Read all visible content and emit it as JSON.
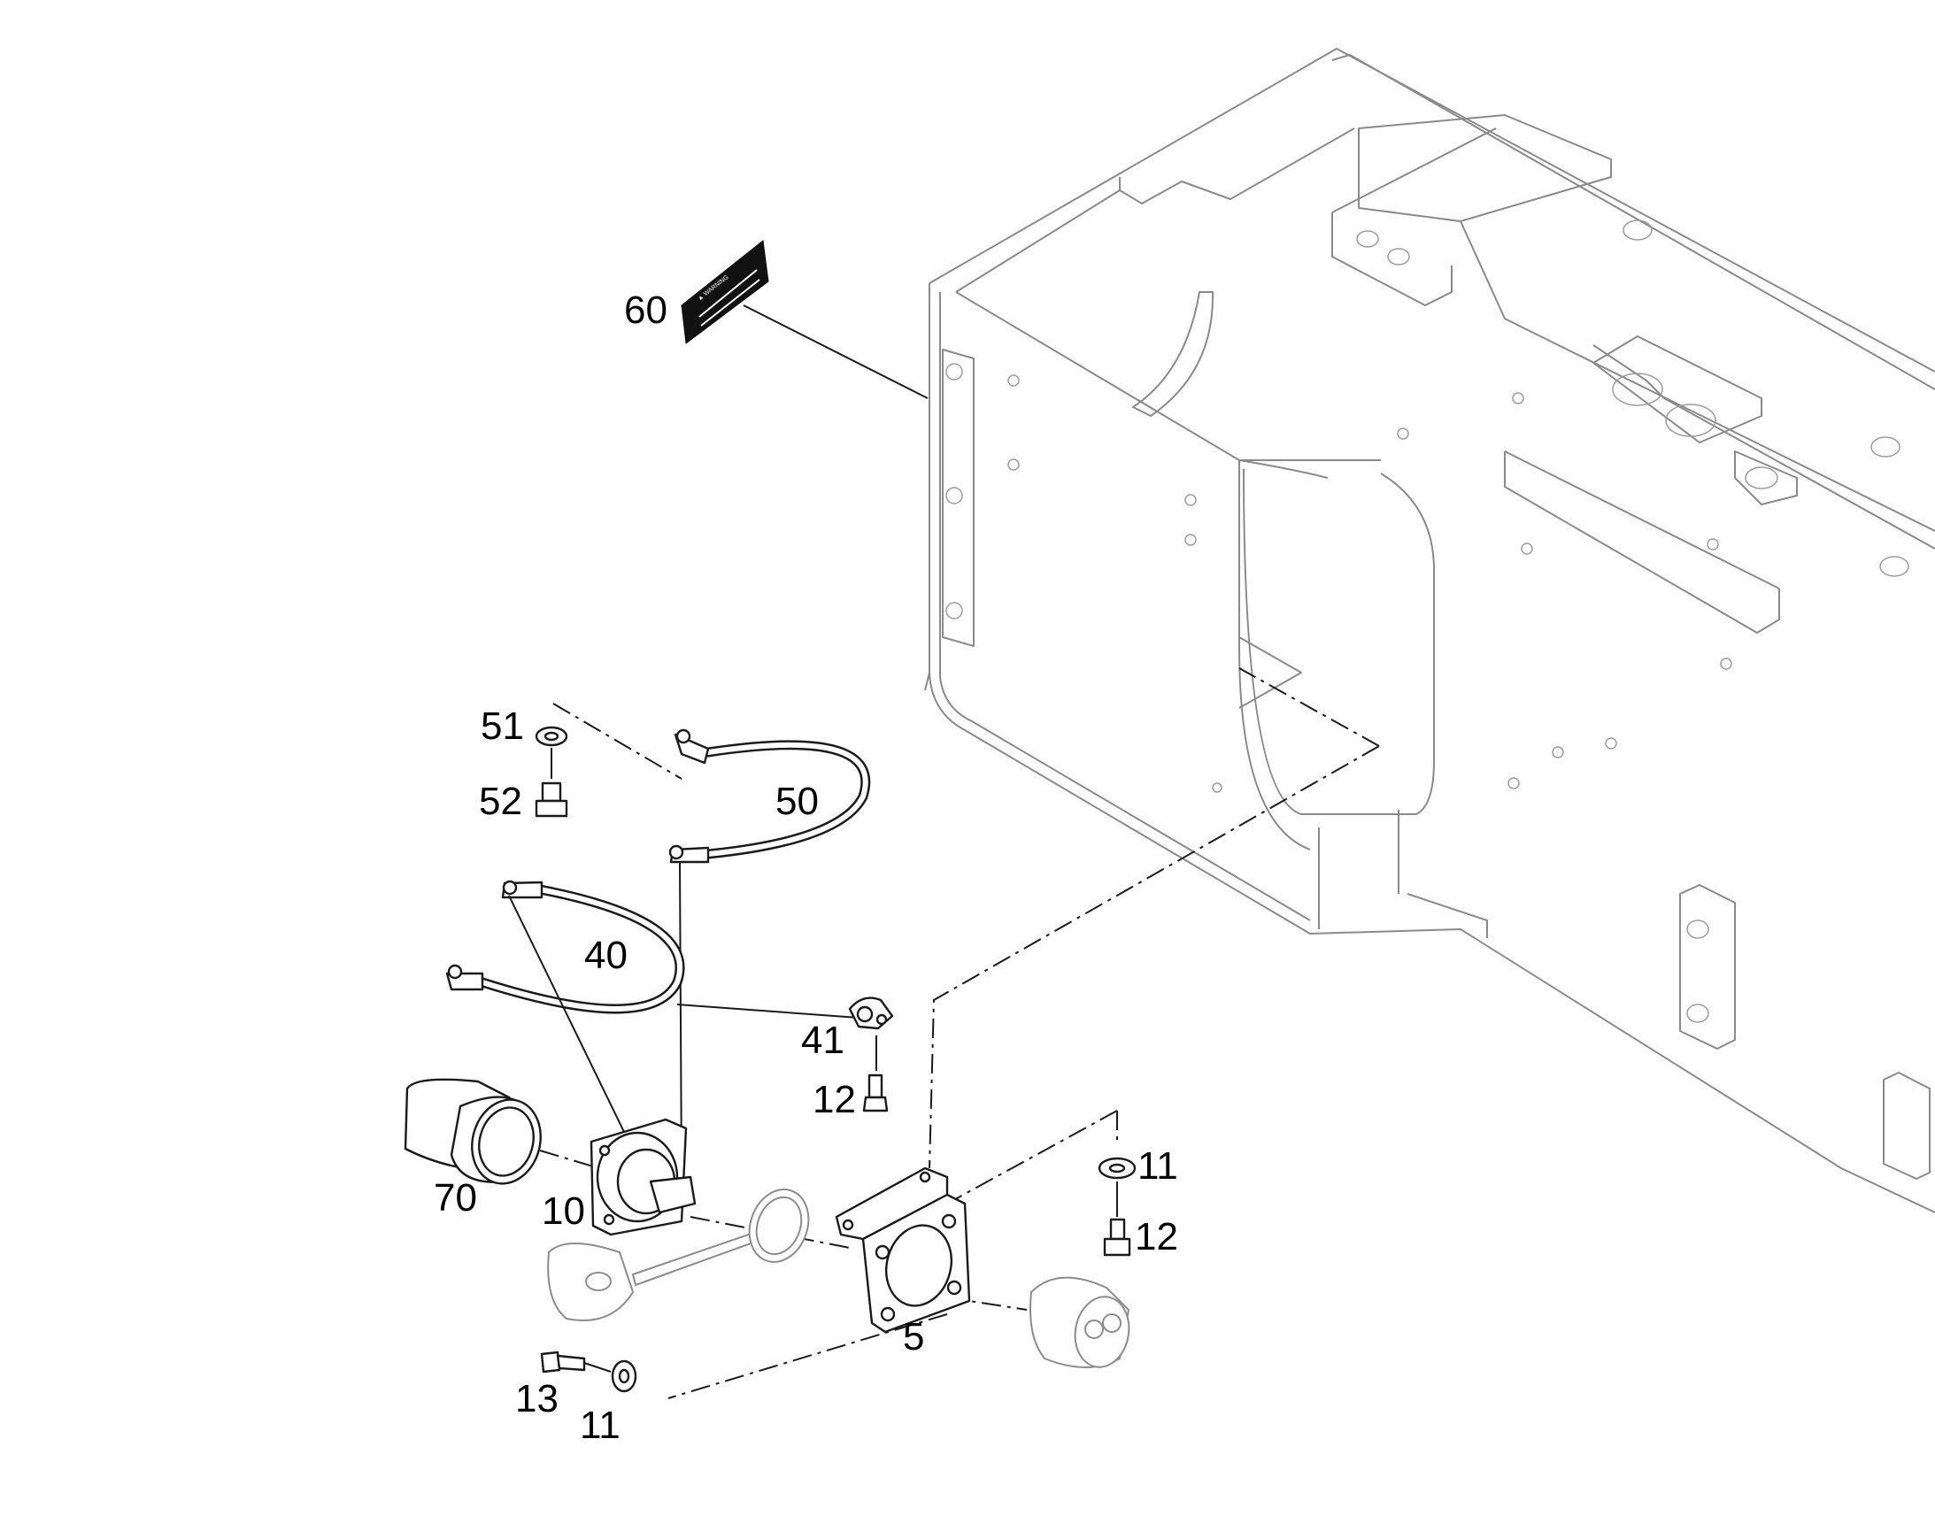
{
  "diagram": {
    "callouts": [
      {
        "id": "5",
        "text": "5"
      },
      {
        "id": "10",
        "text": "10"
      },
      {
        "id": "11-right",
        "text": "11"
      },
      {
        "id": "11-bottom",
        "text": "11"
      },
      {
        "id": "12-upper",
        "text": "12"
      },
      {
        "id": "12-right",
        "text": "12"
      },
      {
        "id": "13",
        "text": "13"
      },
      {
        "id": "40",
        "text": "40"
      },
      {
        "id": "41",
        "text": "41"
      },
      {
        "id": "50",
        "text": "50"
      },
      {
        "id": "51",
        "text": "51"
      },
      {
        "id": "52",
        "text": "52"
      },
      {
        "id": "60",
        "text": "60"
      },
      {
        "id": "70",
        "text": "70"
      }
    ]
  }
}
